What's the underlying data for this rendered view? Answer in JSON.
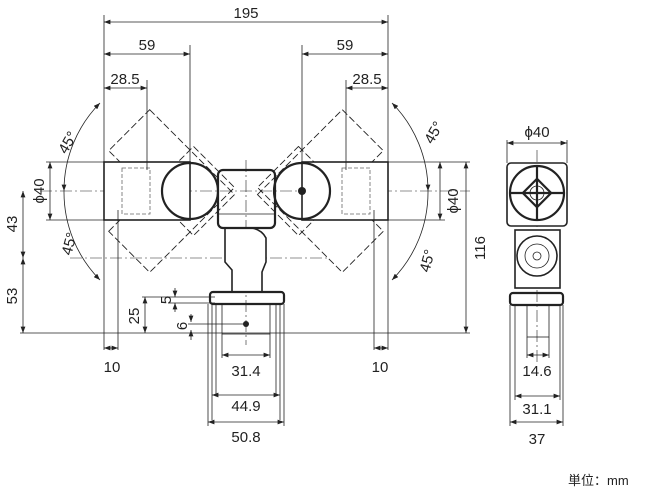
{
  "front_view": {
    "dims": {
      "overall_width": "195",
      "left_59": "59",
      "right_59": "59",
      "left_28_5": "28.5",
      "right_28_5": "28.5",
      "left_angle_top": "45°",
      "left_angle_bottom": "45°",
      "right_angle_top": "45°",
      "right_angle_bottom": "45°",
      "left_diameter": "ϕ40",
      "right_diameter": "ϕ40",
      "height_43": "43",
      "height_53": "53",
      "height_116": "116",
      "height_25": "25",
      "height_5": "5",
      "height_6": "6",
      "left_10": "10",
      "right_10": "10",
      "width_31_4": "31.4",
      "width_44_9": "44.9",
      "width_50_8": "50.8"
    }
  },
  "side_view": {
    "dims": {
      "diameter": "ϕ40",
      "width_14_6": "14.6",
      "width_31_1": "31.1",
      "width_37": "37"
    }
  },
  "unit_label": "単位：mm"
}
